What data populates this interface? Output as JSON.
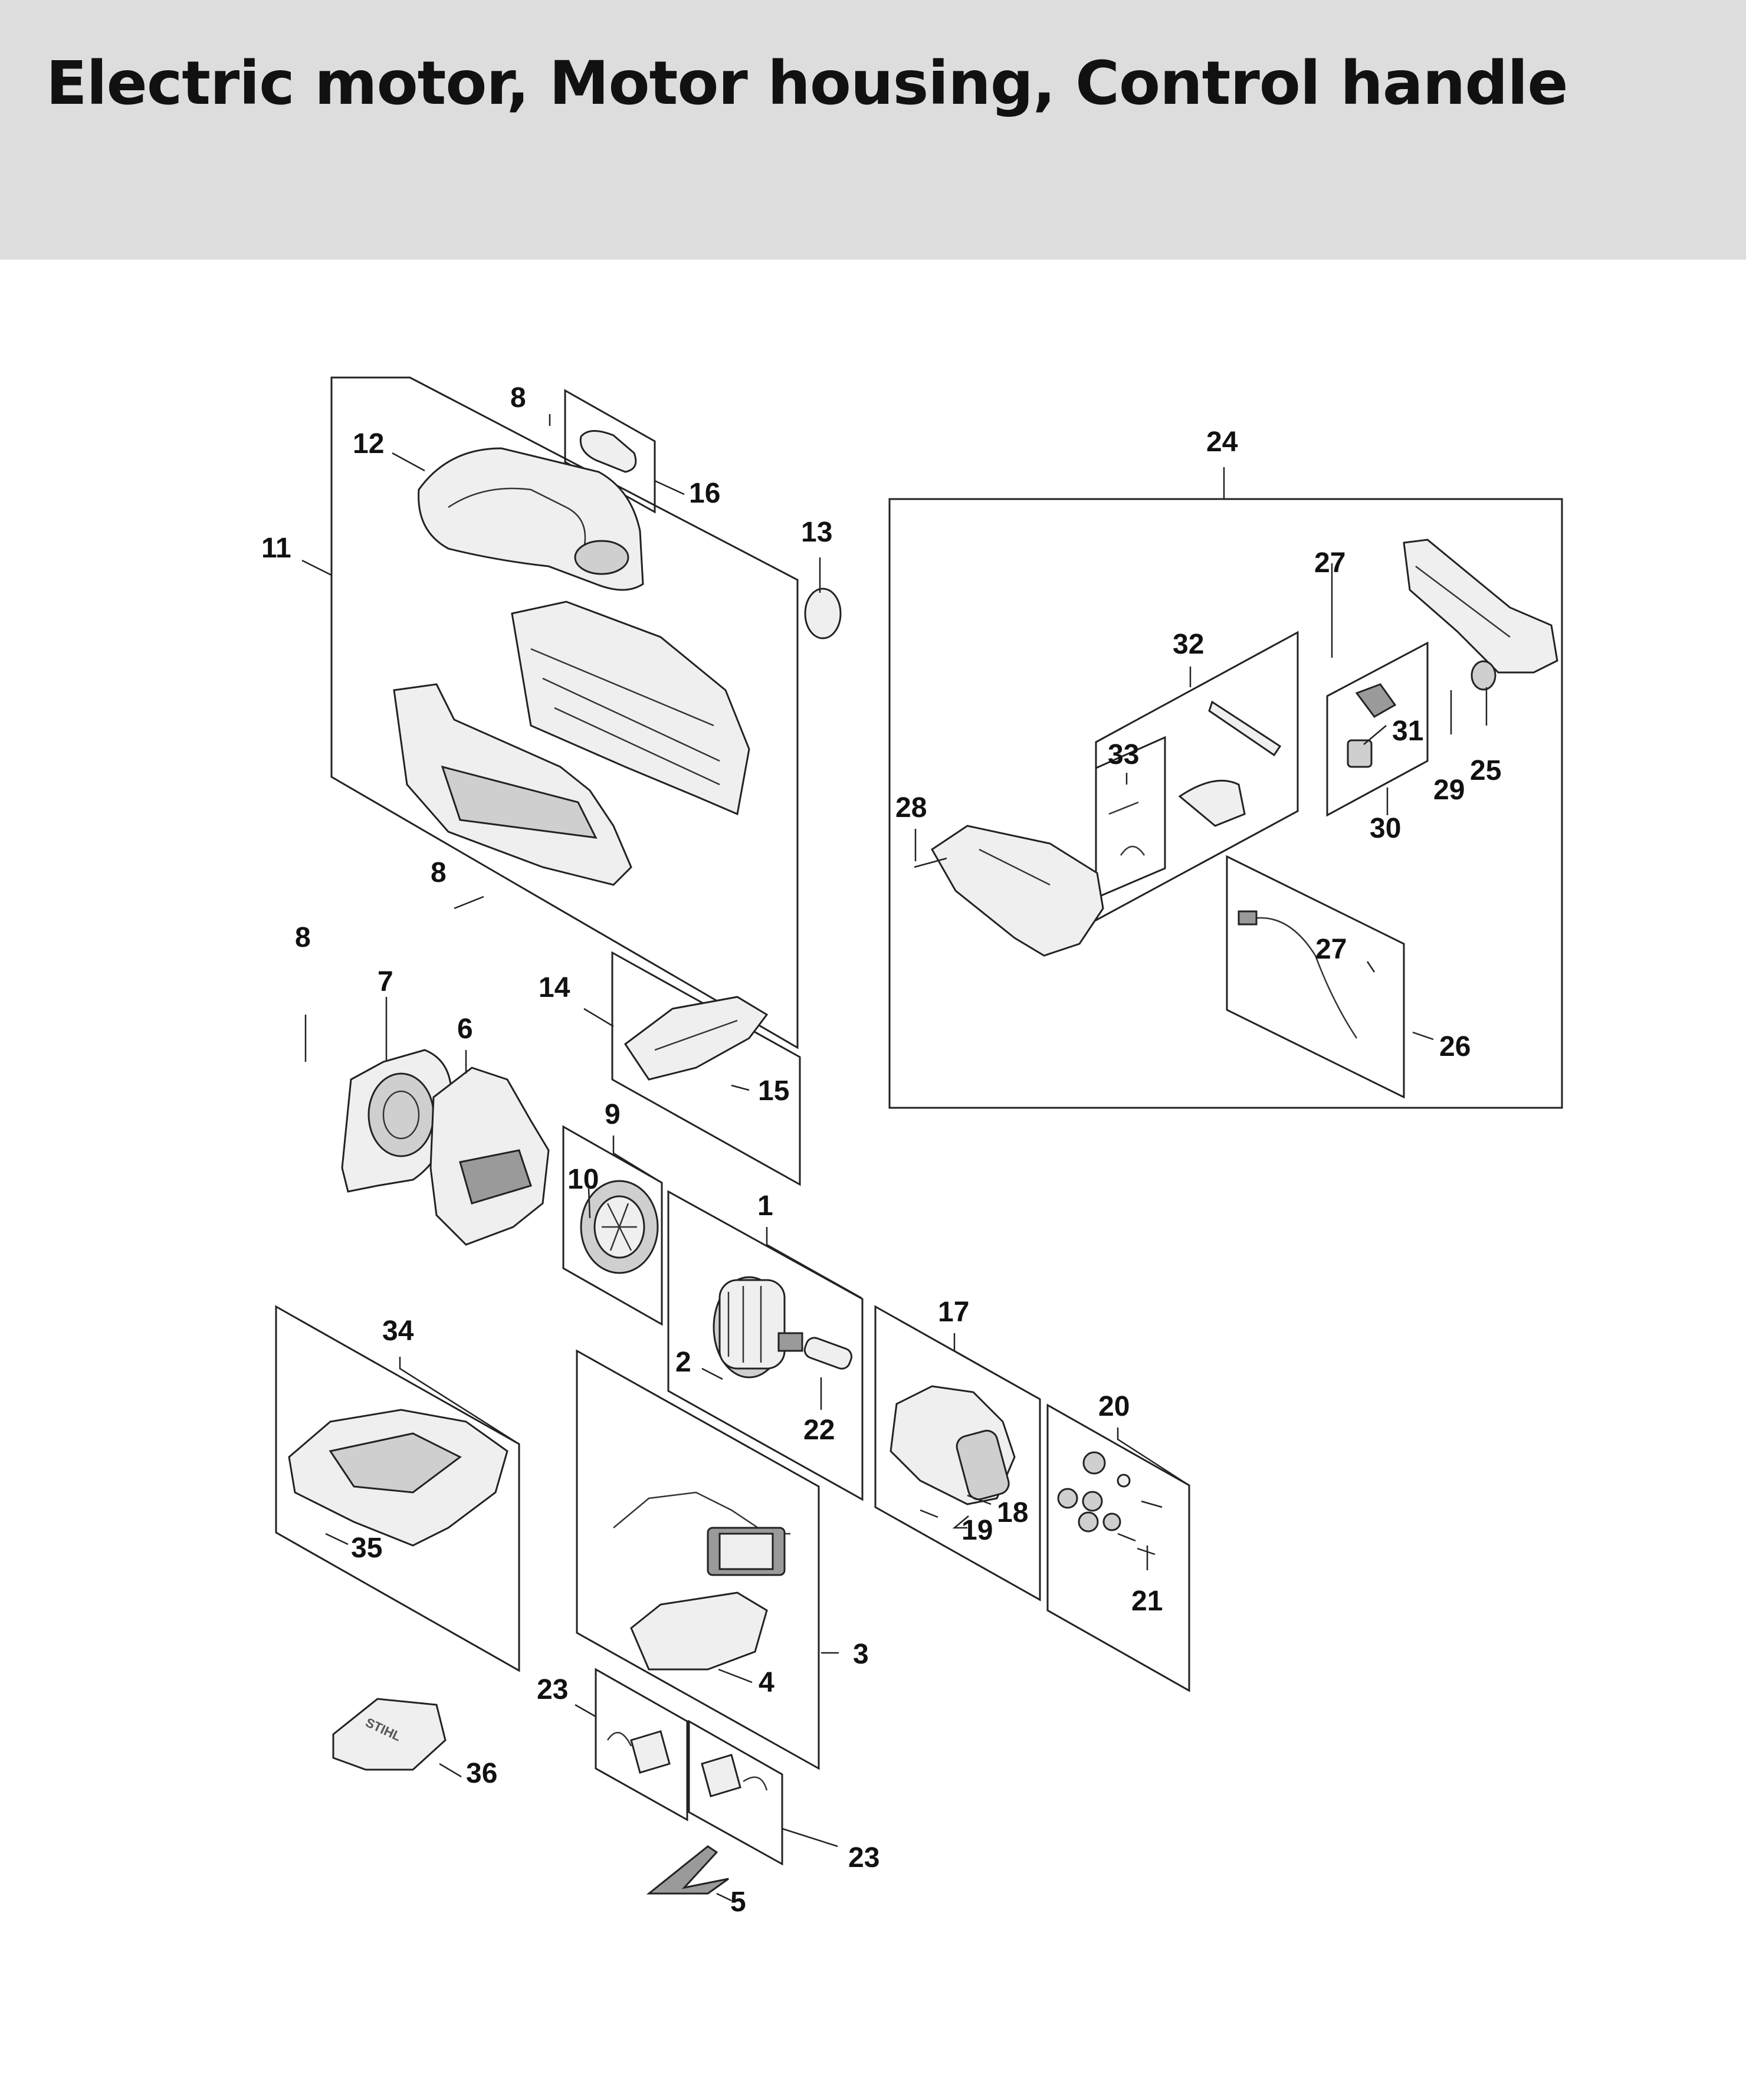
{
  "page": {
    "title": "Electric motor, Motor housing, Control handle"
  },
  "callouts": [
    {
      "id": "c1",
      "label": "1"
    },
    {
      "id": "c2",
      "label": "2"
    },
    {
      "id": "c3",
      "label": "3"
    },
    {
      "id": "c4",
      "label": "4"
    },
    {
      "id": "c5",
      "label": "5"
    },
    {
      "id": "c6",
      "label": "6"
    },
    {
      "id": "c7",
      "label": "7"
    },
    {
      "id": "c8a",
      "label": "8"
    },
    {
      "id": "c8b",
      "label": "8"
    },
    {
      "id": "c8c",
      "label": "8"
    },
    {
      "id": "c9",
      "label": "9"
    },
    {
      "id": "c10",
      "label": "10"
    },
    {
      "id": "c11",
      "label": "11"
    },
    {
      "id": "c12",
      "label": "12"
    },
    {
      "id": "c13",
      "label": "13"
    },
    {
      "id": "c14",
      "label": "14"
    },
    {
      "id": "c15",
      "label": "15"
    },
    {
      "id": "c16",
      "label": "16"
    },
    {
      "id": "c17",
      "label": "17"
    },
    {
      "id": "c18",
      "label": "18"
    },
    {
      "id": "c19",
      "label": "19"
    },
    {
      "id": "c20",
      "label": "20"
    },
    {
      "id": "c21",
      "label": "21"
    },
    {
      "id": "c22",
      "label": "22"
    },
    {
      "id": "c23a",
      "label": "23"
    },
    {
      "id": "c23b",
      "label": "23"
    },
    {
      "id": "c24",
      "label": "24"
    },
    {
      "id": "c25",
      "label": "25"
    },
    {
      "id": "c26",
      "label": "26"
    },
    {
      "id": "c27a",
      "label": "27"
    },
    {
      "id": "c27b",
      "label": "27"
    },
    {
      "id": "c28",
      "label": "28"
    },
    {
      "id": "c29",
      "label": "29"
    },
    {
      "id": "c30",
      "label": "30"
    },
    {
      "id": "c31",
      "label": "31"
    },
    {
      "id": "c32",
      "label": "32"
    },
    {
      "id": "c33",
      "label": "33"
    },
    {
      "id": "c34",
      "label": "34"
    },
    {
      "id": "c35",
      "label": "35"
    },
    {
      "id": "c36",
      "label": "36"
    }
  ]
}
